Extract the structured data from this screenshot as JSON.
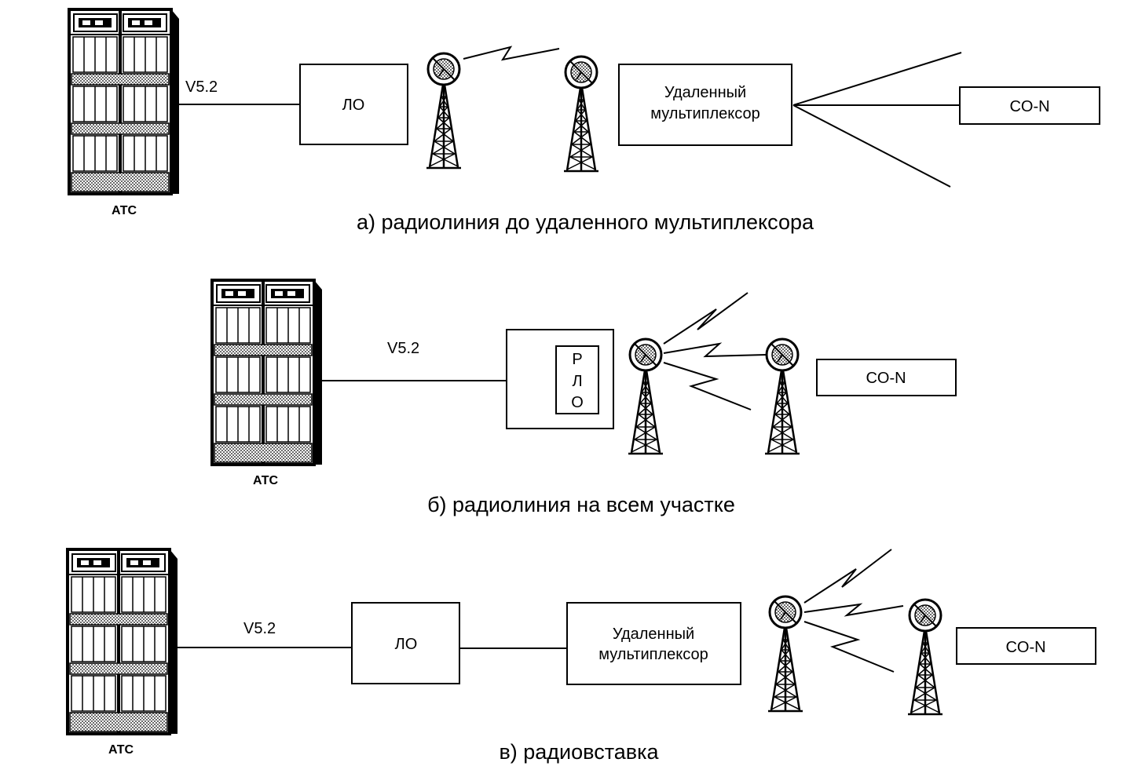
{
  "diagrams": [
    {
      "atc_label": "АТС",
      "interface_label": "V5.2",
      "lo_label": "ЛО",
      "mux_line1": "Удаленный",
      "mux_line2": "мультиплексор",
      "con_label": "CO-N",
      "caption": "а) радиолиния до удаленного мультиплексора"
    },
    {
      "atc_label": "АТС",
      "interface_label": "V5.2",
      "rlo_letters": [
        "Р",
        "Л",
        "О"
      ],
      "con_label": "CO-N",
      "caption": "б) радиолиния на всем участке"
    },
    {
      "atc_label": "АТС",
      "interface_label": "V5.2",
      "lo_label": "ЛО",
      "mux_line1": "Удаленный",
      "mux_line2": "мультиплексор",
      "con_label": "CO-N",
      "caption": "в) радиовставка"
    }
  ]
}
